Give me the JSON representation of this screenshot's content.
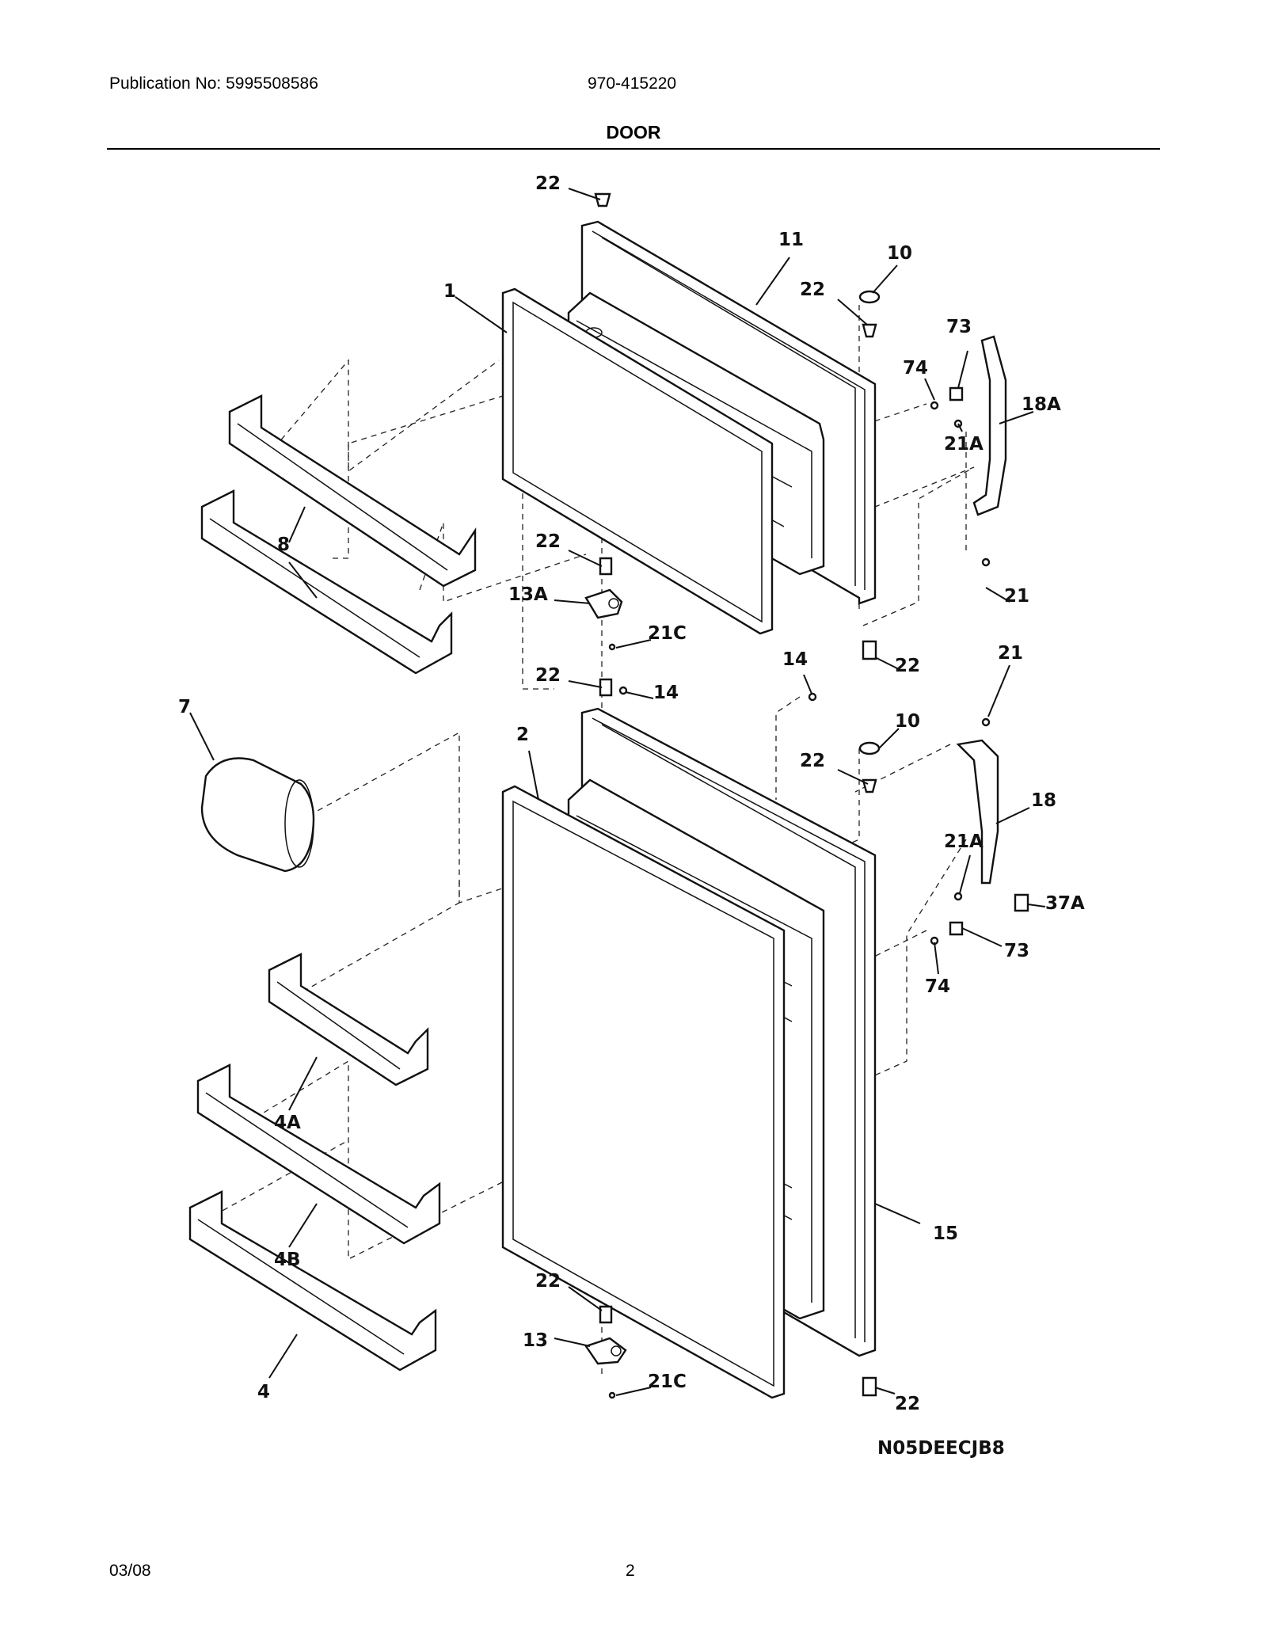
{
  "header": {
    "publication": "Publication No: 5995508586",
    "model": "970-415220",
    "title": "DOOR"
  },
  "diagram": {
    "code": "N05DEECJB8",
    "callouts": {
      "c22a": "22",
      "c11": "11",
      "c10a": "10",
      "c22b": "22",
      "c1": "1",
      "c73a": "73",
      "c74a": "74",
      "c18A": "18A",
      "c21Aa": "21A",
      "c8": "8",
      "c22c": "22",
      "c13A": "13A",
      "c21Ca": "21C",
      "c21a": "21",
      "c22d": "22",
      "c14a": "14",
      "c22e": "22",
      "c14b": "14",
      "c21b": "21",
      "c7": "7",
      "c2": "2",
      "c10b": "10",
      "c22f": "22",
      "c18": "18",
      "c21Ab": "21A",
      "c37A": "37A",
      "c73b": "73",
      "c74b": "74",
      "c4A": "4A",
      "c15": "15",
      "c4B": "4B",
      "c22g": "22",
      "c13": "13",
      "c21Cb": "21C",
      "c22h": "22",
      "c4": "4"
    }
  },
  "footer": {
    "date": "03/08",
    "page": "2"
  }
}
